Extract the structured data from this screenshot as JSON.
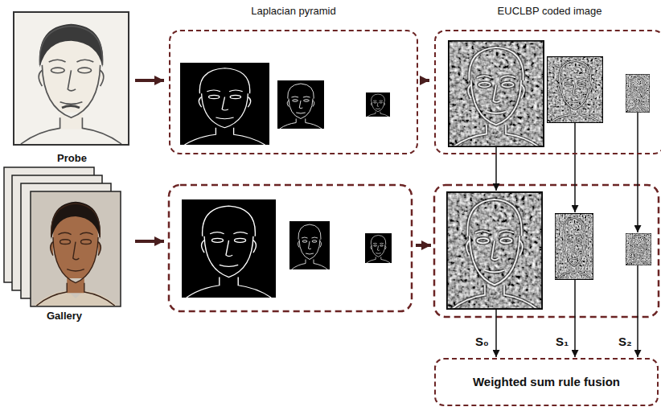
{
  "diagram": {
    "nodes": [
      {
        "text": [
          "Probe"
        ]
      },
      {
        "text": [
          "Laplacian pyramid"
        ]
      },
      {
        "text": [
          "EUCLBP coded image"
        ]
      },
      {
        "text": [
          "Gallery"
        ]
      },
      {
        "text": [
          "Weighted sum rule fusion"
        ]
      }
    ],
    "edges": [
      {
        "from": 0,
        "to": 1,
        "arrow": "to"
      },
      {
        "from": 1,
        "to": 2,
        "arrow": "to"
      }
    ],
    "labels": [
      "S₀",
      "S₁",
      "S₂"
    ]
  }
}
